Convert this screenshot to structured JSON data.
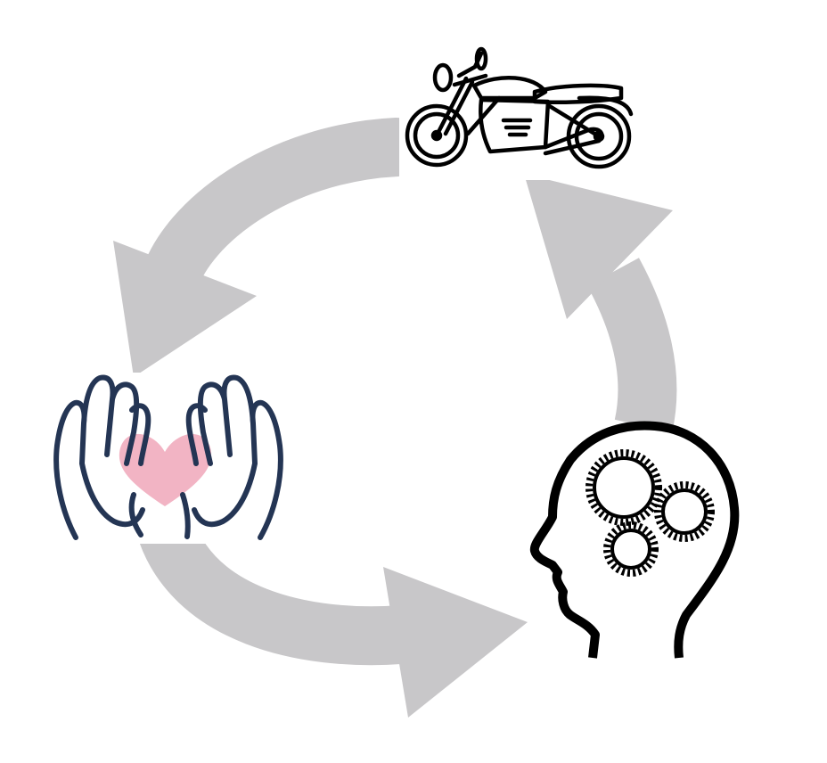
{
  "diagram": {
    "type": "cycle",
    "direction": "counter-clockwise",
    "nodes": [
      {
        "id": "motorcycle",
        "icon": "motorcycle-icon"
      },
      {
        "id": "care",
        "icon": "hands-holding-heart-icon"
      },
      {
        "id": "mind",
        "icon": "head-with-gears-icon"
      }
    ],
    "edges": [
      {
        "from": "motorcycle",
        "to": "care"
      },
      {
        "from": "care",
        "to": "mind"
      },
      {
        "from": "mind",
        "to": "motorcycle"
      }
    ]
  },
  "colors": {
    "background": "#ffffff",
    "arrow": "#c8c7c9",
    "icon_line": "#000000",
    "hands_line": "#243554",
    "heart": "#f2b4c4"
  }
}
